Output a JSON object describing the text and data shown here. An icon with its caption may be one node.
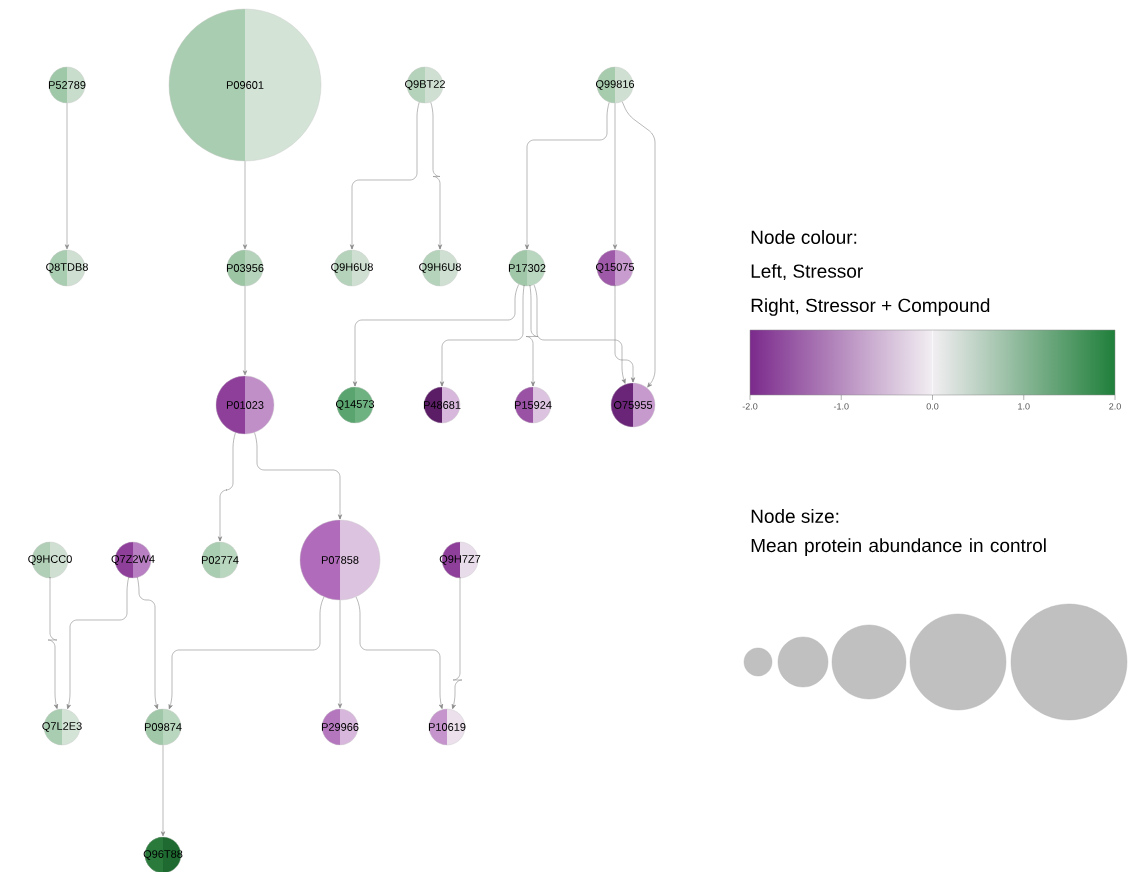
{
  "diagram": {
    "nodes": [
      {
        "text": [
          "P52789"
        ]
      },
      {
        "text": [
          "P09601"
        ]
      },
      {
        "text": [
          "Q9BT22"
        ]
      },
      {
        "text": [
          "Q99816"
        ]
      },
      {
        "text": [
          "Q8TDB8"
        ]
      },
      {
        "text": [
          "P03956"
        ]
      },
      {
        "text": [
          "Q9H6U8"
        ]
      },
      {
        "text": [
          "Q9H6U8"
        ]
      },
      {
        "text": [
          "P17302"
        ]
      },
      {
        "text": [
          "Q15075"
        ]
      },
      {
        "text": [
          "P01023"
        ]
      },
      {
        "text": [
          "Q14573"
        ]
      },
      {
        "text": [
          "P48681"
        ]
      },
      {
        "text": [
          "P15924"
        ]
      },
      {
        "text": [
          "O75955"
        ]
      },
      {
        "text": [
          "Q9HCC0"
        ]
      },
      {
        "text": [
          "Q7Z2W4"
        ]
      },
      {
        "text": [
          "P02774"
        ]
      },
      {
        "text": [
          "P07858"
        ]
      },
      {
        "text": [
          "Q9H7Z7"
        ]
      },
      {
        "text": [
          "Q7L2E3"
        ]
      },
      {
        "text": [
          "P09874"
        ]
      },
      {
        "text": [
          "P29966"
        ]
      },
      {
        "text": [
          "P10619"
        ]
      },
      {
        "text": [
          "Q96T88"
        ]
      }
    ],
    "edges": [
      {
        "from": 0,
        "to": 4,
        "arrow": "to"
      },
      {
        "from": 1,
        "to": 5,
        "arrow": "to"
      },
      {
        "from": 2,
        "to": 6,
        "arrow": "to"
      },
      {
        "from": 2,
        "to": 7,
        "arrow": "to"
      },
      {
        "from": 3,
        "to": 8,
        "arrow": "to"
      },
      {
        "from": 3,
        "to": 9,
        "arrow": "to"
      },
      {
        "from": 3,
        "to": 14,
        "arrow": "to"
      },
      {
        "from": 5,
        "to": 10,
        "arrow": "to"
      },
      {
        "from": 8,
        "to": 11,
        "arrow": "to"
      },
      {
        "from": 8,
        "to": 12,
        "arrow": "to"
      },
      {
        "from": 8,
        "to": 13,
        "arrow": "to"
      },
      {
        "from": 8,
        "to": 14,
        "arrow": "to"
      },
      {
        "from": 9,
        "to": 14,
        "arrow": "to"
      },
      {
        "from": 10,
        "to": 17,
        "arrow": "to"
      },
      {
        "from": 10,
        "to": 18,
        "arrow": "to"
      },
      {
        "from": 15,
        "to": 20,
        "arrow": "to"
      },
      {
        "from": 16,
        "to": 20,
        "arrow": "to"
      },
      {
        "from": 16,
        "to": 21,
        "arrow": "to"
      },
      {
        "from": 18,
        "to": 21,
        "arrow": "to"
      },
      {
        "from": 18,
        "to": 22,
        "arrow": "to"
      },
      {
        "from": 18,
        "to": 23,
        "arrow": "to"
      },
      {
        "from": 19,
        "to": 23,
        "arrow": "to"
      },
      {
        "from": 21,
        "to": 24,
        "arrow": "to"
      }
    ],
    "labels": [
      "Node colour:",
      "Left, Stressor",
      "Right, Stressor + Compound",
      "-2.0",
      "-1.0",
      "0.0",
      "1.0",
      "2.0",
      "Node size:",
      "Mean protein abundance in control"
    ]
  }
}
